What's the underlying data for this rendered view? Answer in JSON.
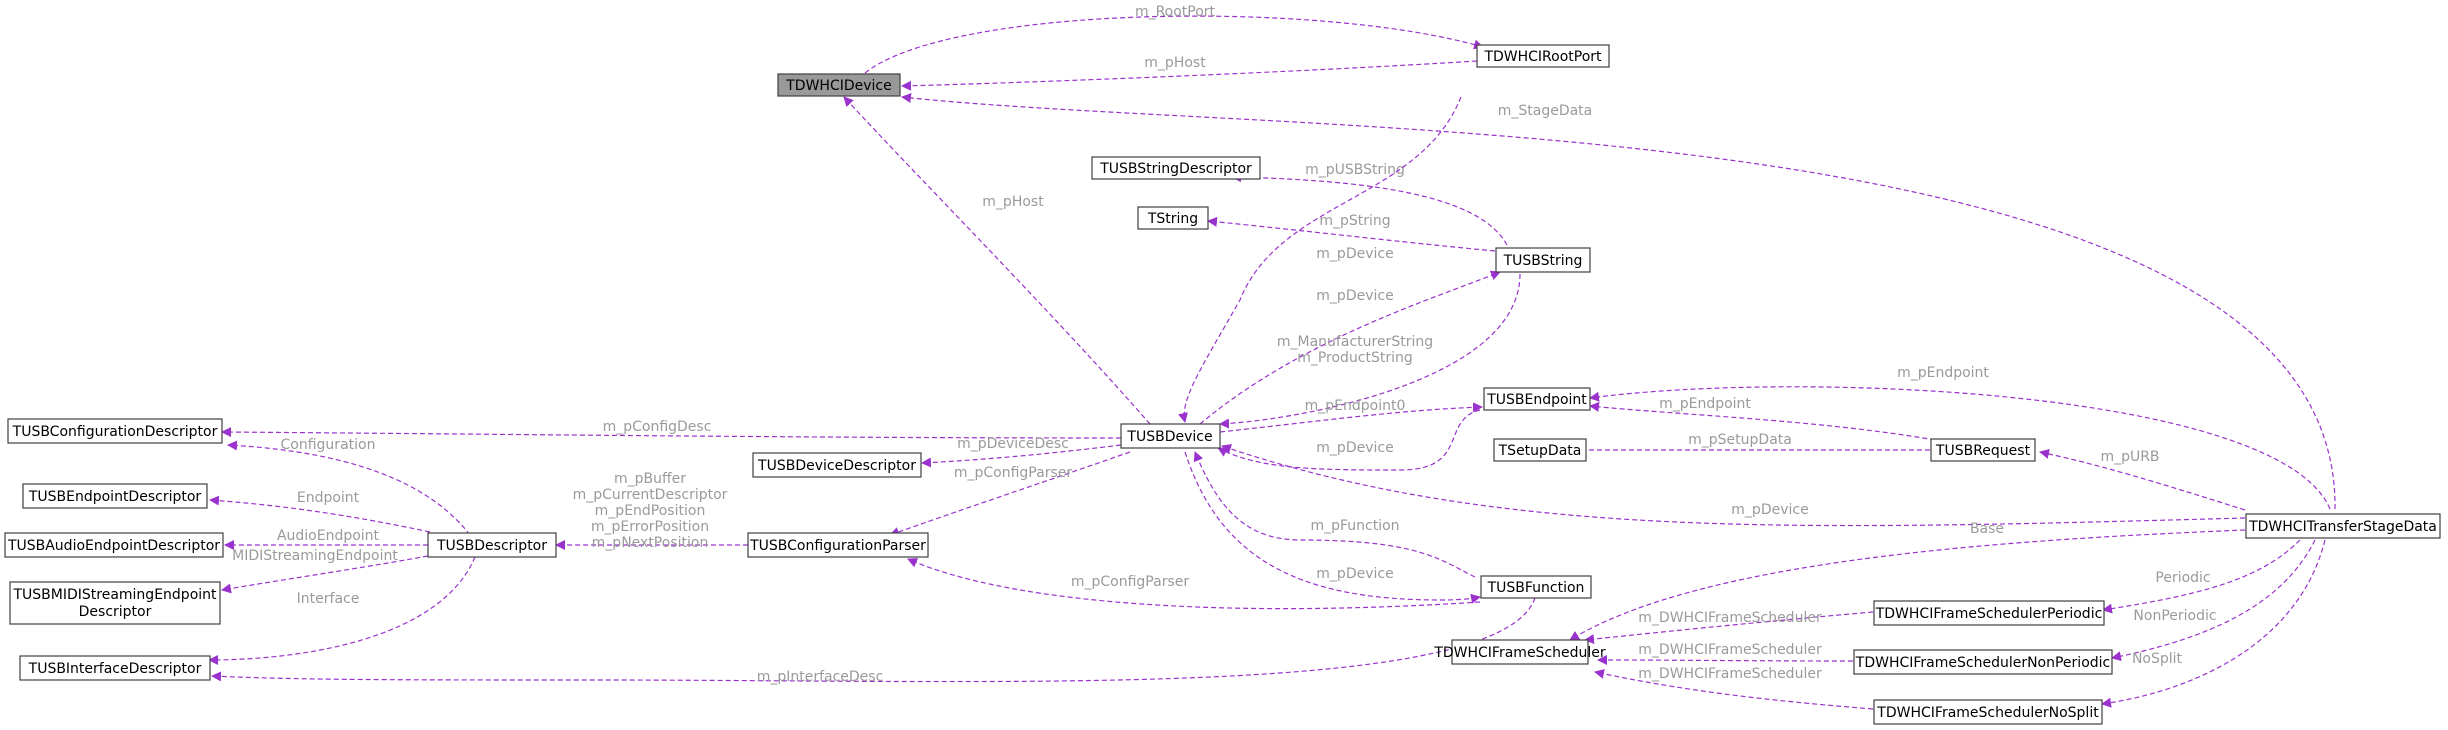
{
  "nodes": [
    {
      "id": "hcidevice",
      "label": "TDWHCIDevice",
      "highlight": true
    },
    {
      "id": "rootport",
      "label": "TDWHCIRootPort"
    },
    {
      "id": "usbstringdesc",
      "label": "TUSBStringDescriptor"
    },
    {
      "id": "tstring",
      "label": "TString"
    },
    {
      "id": "usbstring",
      "label": "TUSBString"
    },
    {
      "id": "usbendpoint",
      "label": "TUSBEndpoint"
    },
    {
      "id": "setupdata",
      "label": "TSetupData"
    },
    {
      "id": "usbrequest",
      "label": "TUSBRequest"
    },
    {
      "id": "confdesc",
      "label": "TUSBConfigurationDescriptor"
    },
    {
      "id": "usbdevice",
      "label": "TUSBDevice"
    },
    {
      "id": "devdesc",
      "label": "TUSBDeviceDescriptor"
    },
    {
      "id": "epdesc",
      "label": "TUSBEndpointDescriptor"
    },
    {
      "id": "audioep",
      "label": "TUSBAudioEndpointDescriptor"
    },
    {
      "id": "usbdescriptor",
      "label": "TUSBDescriptor"
    },
    {
      "id": "confparser",
      "label": "TUSBConfigurationParser"
    },
    {
      "id": "midiep",
      "label": "TUSBMIDIStreamingEndpoint",
      "label2": "Descriptor"
    },
    {
      "id": "ifdesc",
      "label": "TUSBInterfaceDescriptor"
    },
    {
      "id": "usbfunction",
      "label": "TUSBFunction"
    },
    {
      "id": "framesched",
      "label": "TDWHCIFrameScheduler"
    },
    {
      "id": "schedperiodic",
      "label": "TDWHCIFrameSchedulerPeriodic"
    },
    {
      "id": "schednonperiodic",
      "label": "TDWHCIFrameSchedulerNonPeriodic"
    },
    {
      "id": "schednosplit",
      "label": "TDWHCIFrameSchedulerNoSplit"
    },
    {
      "id": "stagedata",
      "label": "TDWHCITransferStageData"
    }
  ],
  "edge_labels": [
    {
      "id": "rootport-hcidevice",
      "lines": [
        "m_RootPort"
      ]
    },
    {
      "id": "hcidevice-rootport",
      "lines": [
        "m_pHost"
      ]
    },
    {
      "id": "hcidevice-stagedata",
      "lines": [
        "m_StageData"
      ]
    },
    {
      "id": "hcidevice-usbdevice",
      "lines": [
        "m_pHost"
      ]
    },
    {
      "id": "usbstringdesc-usbstring",
      "lines": [
        "m_pUSBString"
      ]
    },
    {
      "id": "tstring-usbstring",
      "lines": [
        "m_pString"
      ]
    },
    {
      "id": "usbdevice-rootport",
      "lines": [
        "m_pDevice"
      ]
    },
    {
      "id": "usbdevice-usbstring",
      "lines": [
        "m_pDevice"
      ]
    },
    {
      "id": "usbstring-usbdevice",
      "lines": [
        "m_ManufacturerString",
        "m_ProductString"
      ]
    },
    {
      "id": "confdesc-usbdevice",
      "lines": [
        "m_pConfigDesc"
      ]
    },
    {
      "id": "devdesc-usbdevice",
      "lines": [
        "m_pDeviceDesc"
      ]
    },
    {
      "id": "confparser-usbdevice",
      "lines": [
        "m_pConfigParser"
      ]
    },
    {
      "id": "usbendpoint-usbdevice",
      "lines": [
        "m_pEndpoint0"
      ]
    },
    {
      "id": "usbdevice-usbendpoint",
      "lines": [
        "m_pDevice"
      ]
    },
    {
      "id": "usbendpoint-stagedata",
      "lines": [
        "m_pEndpoint"
      ]
    },
    {
      "id": "usbendpoint-usbrequest",
      "lines": [
        "m_pEndpoint"
      ]
    },
    {
      "id": "setupdata-usbrequest",
      "lines": [
        "m_pSetupData"
      ]
    },
    {
      "id": "usbrequest-stagedata",
      "lines": [
        "m_pURB"
      ]
    },
    {
      "id": "usbdevice-stagedata",
      "lines": [
        "m_pDevice"
      ]
    },
    {
      "id": "confdesc-usbdescriptor",
      "lines": [
        "Configuration"
      ]
    },
    {
      "id": "epdesc-usbdescriptor",
      "lines": [
        "Endpoint"
      ]
    },
    {
      "id": "audioep-usbdescriptor",
      "lines": [
        "AudioEndpoint"
      ]
    },
    {
      "id": "midiep-usbdescriptor",
      "lines": [
        "MIDIStreamingEndpoint"
      ]
    },
    {
      "id": "ifdesc-usbdescriptor",
      "lines": [
        "Interface"
      ]
    },
    {
      "id": "usbdescriptor-confparser",
      "lines": [
        "m_pBuffer",
        "m_pCurrentDescriptor",
        "m_pEndPosition",
        "m_pErrorPosition",
        "m_pNextPosition"
      ]
    },
    {
      "id": "usbfunction-usbdevice",
      "lines": [
        "m_pFunction"
      ]
    },
    {
      "id": "usbdevice-usbfunction",
      "lines": [
        "m_pDevice"
      ]
    },
    {
      "id": "confparser-usbfunction",
      "lines": [
        "m_pConfigParser"
      ]
    },
    {
      "id": "ifdesc-usbfunction",
      "lines": [
        "m_pInterfaceDesc"
      ]
    },
    {
      "id": "framesched-stagedata",
      "lines": [
        "Base"
      ]
    },
    {
      "id": "framesched-periodic",
      "lines": [
        "m_DWHCIFrameScheduler"
      ]
    },
    {
      "id": "framesched-nonperiodic",
      "lines": [
        "m_DWHCIFrameScheduler"
      ]
    },
    {
      "id": "framesched-nosplit",
      "lines": [
        "m_DWHCIFrameScheduler"
      ]
    },
    {
      "id": "periodic-stagedata",
      "lines": [
        "Periodic"
      ]
    },
    {
      "id": "nonperiodic-stagedata",
      "lines": [
        "NonPeriodic"
      ]
    },
    {
      "id": "nosplit-stagedata",
      "lines": [
        "NoSplit"
      ]
    }
  ],
  "colors": {
    "edge": "#9a32cd",
    "edge_label": "#9a9a9a",
    "node_border": "#404040",
    "node_highlight_fill": "#999999"
  }
}
